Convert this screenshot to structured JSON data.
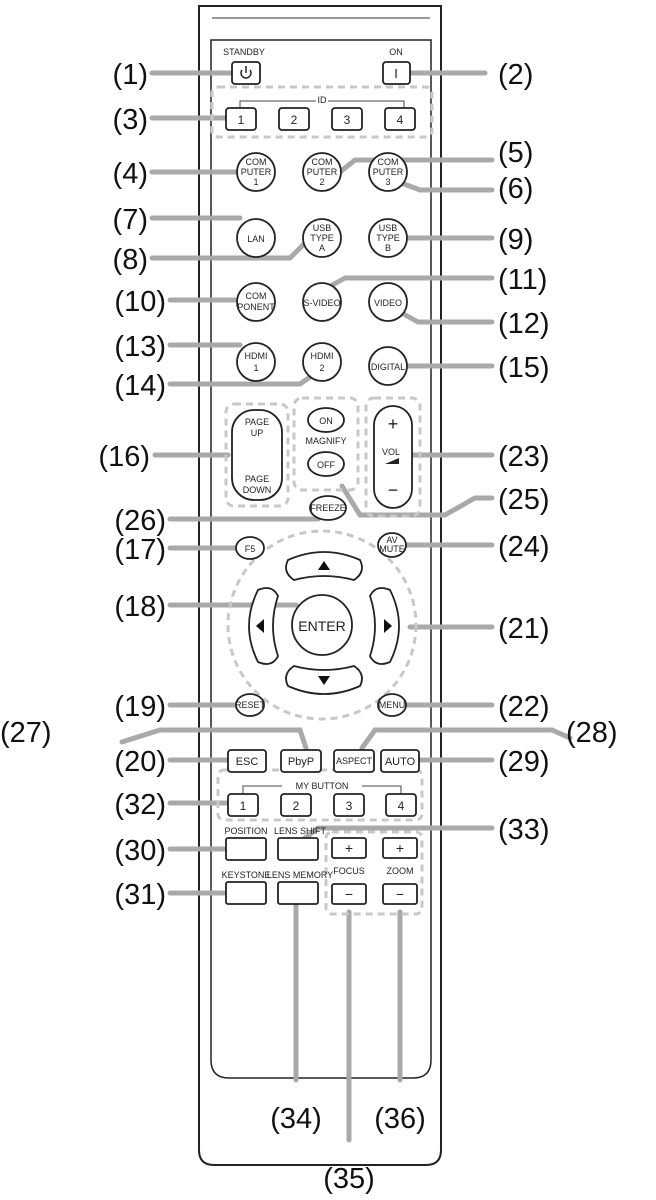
{
  "remote": {
    "standby_label": "STANDBY",
    "on_label": "ON",
    "on_symbol": "I",
    "id_label": "ID",
    "id_buttons": [
      "1",
      "2",
      "3",
      "4"
    ],
    "computer1": [
      "COM",
      "PUTER",
      "1"
    ],
    "computer2": [
      "COM",
      "PUTER",
      "2"
    ],
    "computer3": [
      "COM",
      "PUTER",
      "3"
    ],
    "lan": "LAN",
    "usb_a": [
      "USB",
      "TYPE",
      "A"
    ],
    "usb_b": [
      "USB",
      "TYPE",
      "B"
    ],
    "component": [
      "COM",
      "PONENT"
    ],
    "svideo": "S-VIDEO",
    "video": "VIDEO",
    "hdmi1": [
      "HDMI",
      "1"
    ],
    "hdmi2": [
      "HDMI",
      "2"
    ],
    "digital": "DIGITAL",
    "page_up": [
      "PAGE",
      "UP"
    ],
    "page_down": [
      "PAGE",
      "DOWN"
    ],
    "magnify_on": "ON",
    "magnify_label": "MAGNIFY",
    "magnify_off": "OFF",
    "vol_plus": "+",
    "vol_label": "VOL",
    "vol_minus": "−",
    "freeze": "FREEZE",
    "f5": "F5",
    "av_mute": [
      "AV",
      "MUTE"
    ],
    "enter": "ENTER",
    "reset": "RESET",
    "menu": "MENU",
    "esc": "ESC",
    "pbyp": "PbyP",
    "aspect": "ASPECT",
    "auto": "AUTO",
    "my_button_label": "MY BUTTON",
    "my_buttons": [
      "1",
      "2",
      "3",
      "4"
    ],
    "position": "POSITION",
    "lens_shift": "LENS SHIFT",
    "keystone": "KEYSTONE",
    "lens_memory": "LENS MEMORY",
    "focus_label": "FOCUS",
    "zoom_label": "ZOOM",
    "plus": "+",
    "minus": "−"
  },
  "callouts": [
    "(1)",
    "(2)",
    "(3)",
    "(4)",
    "(5)",
    "(6)",
    "(7)",
    "(8)",
    "(9)",
    "(10)",
    "(11)",
    "(12)",
    "(13)",
    "(14)",
    "(15)",
    "(16)",
    "(17)",
    "(18)",
    "(19)",
    "(20)",
    "(21)",
    "(22)",
    "(23)",
    "(24)",
    "(25)",
    "(26)",
    "(27)",
    "(28)",
    "(29)",
    "(30)",
    "(31)",
    "(32)",
    "(33)",
    "(34)",
    "(35)",
    "(36)"
  ],
  "colors": {
    "outline": "#222222",
    "leader": "#a9a9a9",
    "dashed_group": "#c8c8c8",
    "text": "#111111"
  }
}
